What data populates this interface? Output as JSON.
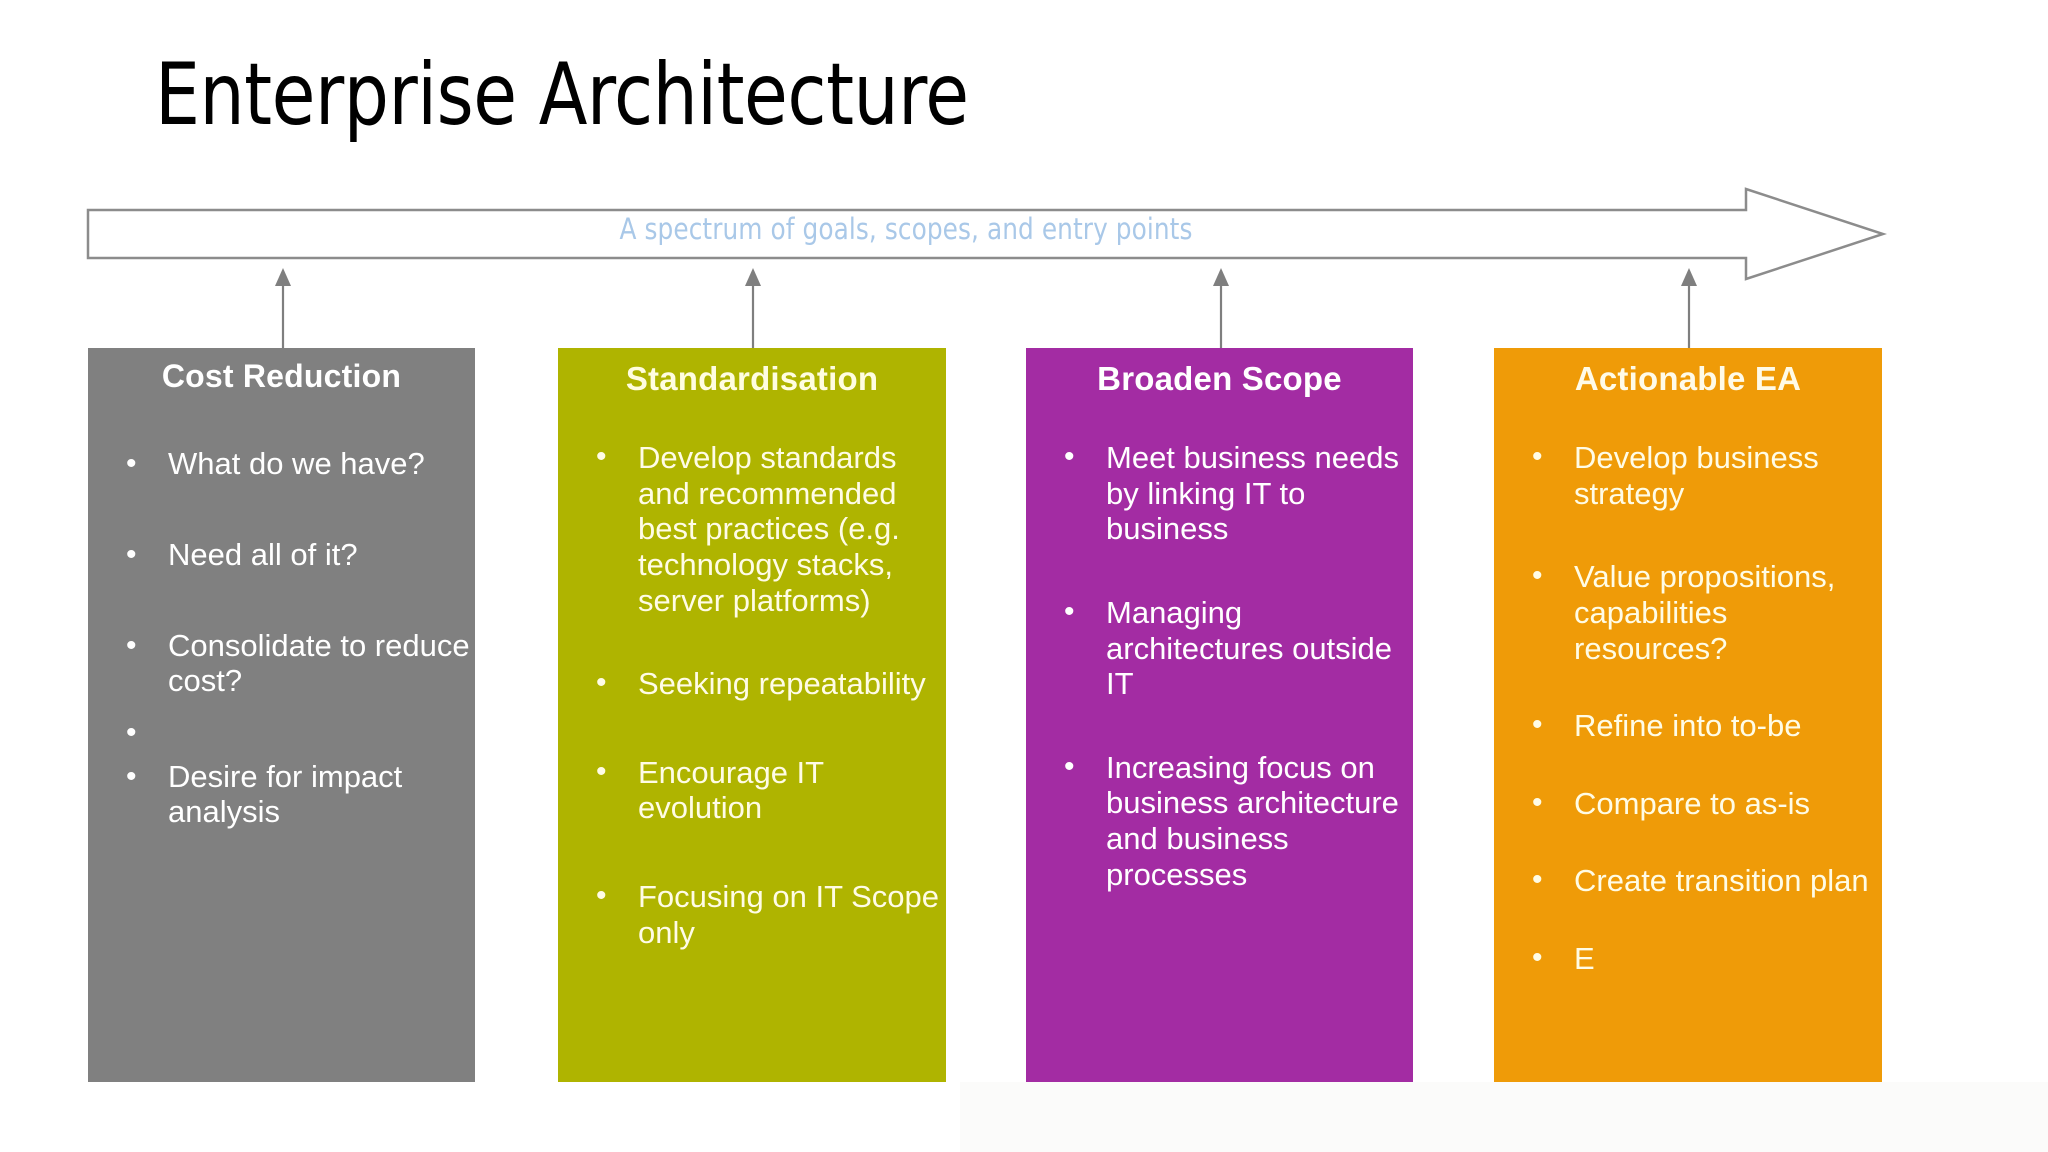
{
  "slide": {
    "title": "Enterprise Architecture",
    "background_color": "#ffffff"
  },
  "spectrum": {
    "label": "A spectrum of goals, scopes, and entry points",
    "label_color": "#a9c8e8",
    "outline_color": "#8c8c8c",
    "fill_color": "#ffffff",
    "direction": "left-to-right"
  },
  "connectors": {
    "color": "#7f7f7f",
    "direction": "up"
  },
  "columns": [
    {
      "id": "cost-reduction",
      "title": "Cost Reduction",
      "color": "#808080",
      "text_color": "#ffffff",
      "bullets": [
        "What do we have?",
        "Need all of it?",
        "Consolidate to reduce cost?",
        "",
        "Desire for impact analysis"
      ]
    },
    {
      "id": "standardisation",
      "title": "Standardisation",
      "color": "#afb400",
      "text_color": "#fffce6",
      "bullets": [
        "Develop standards and recommended best practices (e.g. technology stacks, server platforms)",
        "Seeking repeatability",
        "Encourage IT evolution",
        "Focusing on IT  Scope only"
      ]
    },
    {
      "id": "broaden-scope",
      "title": "Broaden Scope",
      "color": "#a32ca3",
      "text_color": "#ffffff",
      "bullets": [
        "Meet business needs by linking IT to business",
        "Managing architectures outside IT",
        "Increasing  focus on business architecture and business processes"
      ]
    },
    {
      "id": "actionable-ea",
      "title": "Actionable EA",
      "color": "#ef9b08",
      "text_color": "#fffce6",
      "bullets": [
        "Develop business strategy",
        "Value propositions, capabilities resources?",
        "Refine into to-be",
        "Compare to as-is",
        "Create transition plan",
        "E"
      ]
    }
  ],
  "bullet_glyph": "•"
}
